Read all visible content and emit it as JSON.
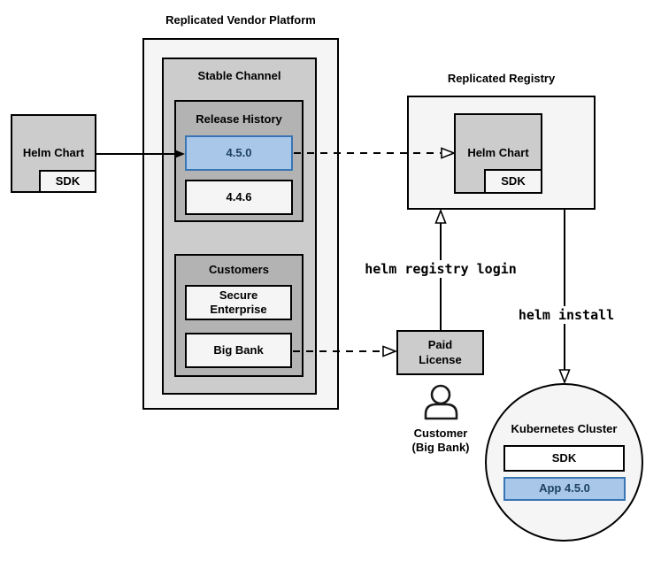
{
  "colors": {
    "box-light": "#F5F5F5",
    "box-gray": "#CCCCCC",
    "box-dark": "#B3B3B3",
    "blue-fill": "#A9C7E8",
    "blue-border": "#3875B5",
    "blue-text": "#1C4161",
    "line": "#000000"
  },
  "vendor_platform": {
    "title": "Replicated Vendor Platform",
    "stable_channel": {
      "title": "Stable Channel",
      "release_history": {
        "title": "Release History",
        "releases": [
          {
            "version": "4.5.0",
            "highlighted": true
          },
          {
            "version": "4.4.6",
            "highlighted": false
          }
        ]
      },
      "customers": {
        "title": "Customers",
        "items": [
          "Secure Enterprise",
          "Big Bank"
        ]
      }
    }
  },
  "source_chart": {
    "label": "Helm Chart",
    "sdk": "SDK"
  },
  "registry": {
    "title": "Replicated Registry",
    "chart_label": "Helm Chart",
    "sdk": "SDK"
  },
  "license": {
    "label": "Paid License"
  },
  "customer": {
    "name": "Customer",
    "detail": "(Big Bank)"
  },
  "kubernetes": {
    "title": "Kubernetes Cluster",
    "sdk": "SDK",
    "app": "App 4.5.0"
  },
  "commands": {
    "registry_login": "helm registry login",
    "install": "helm install"
  }
}
